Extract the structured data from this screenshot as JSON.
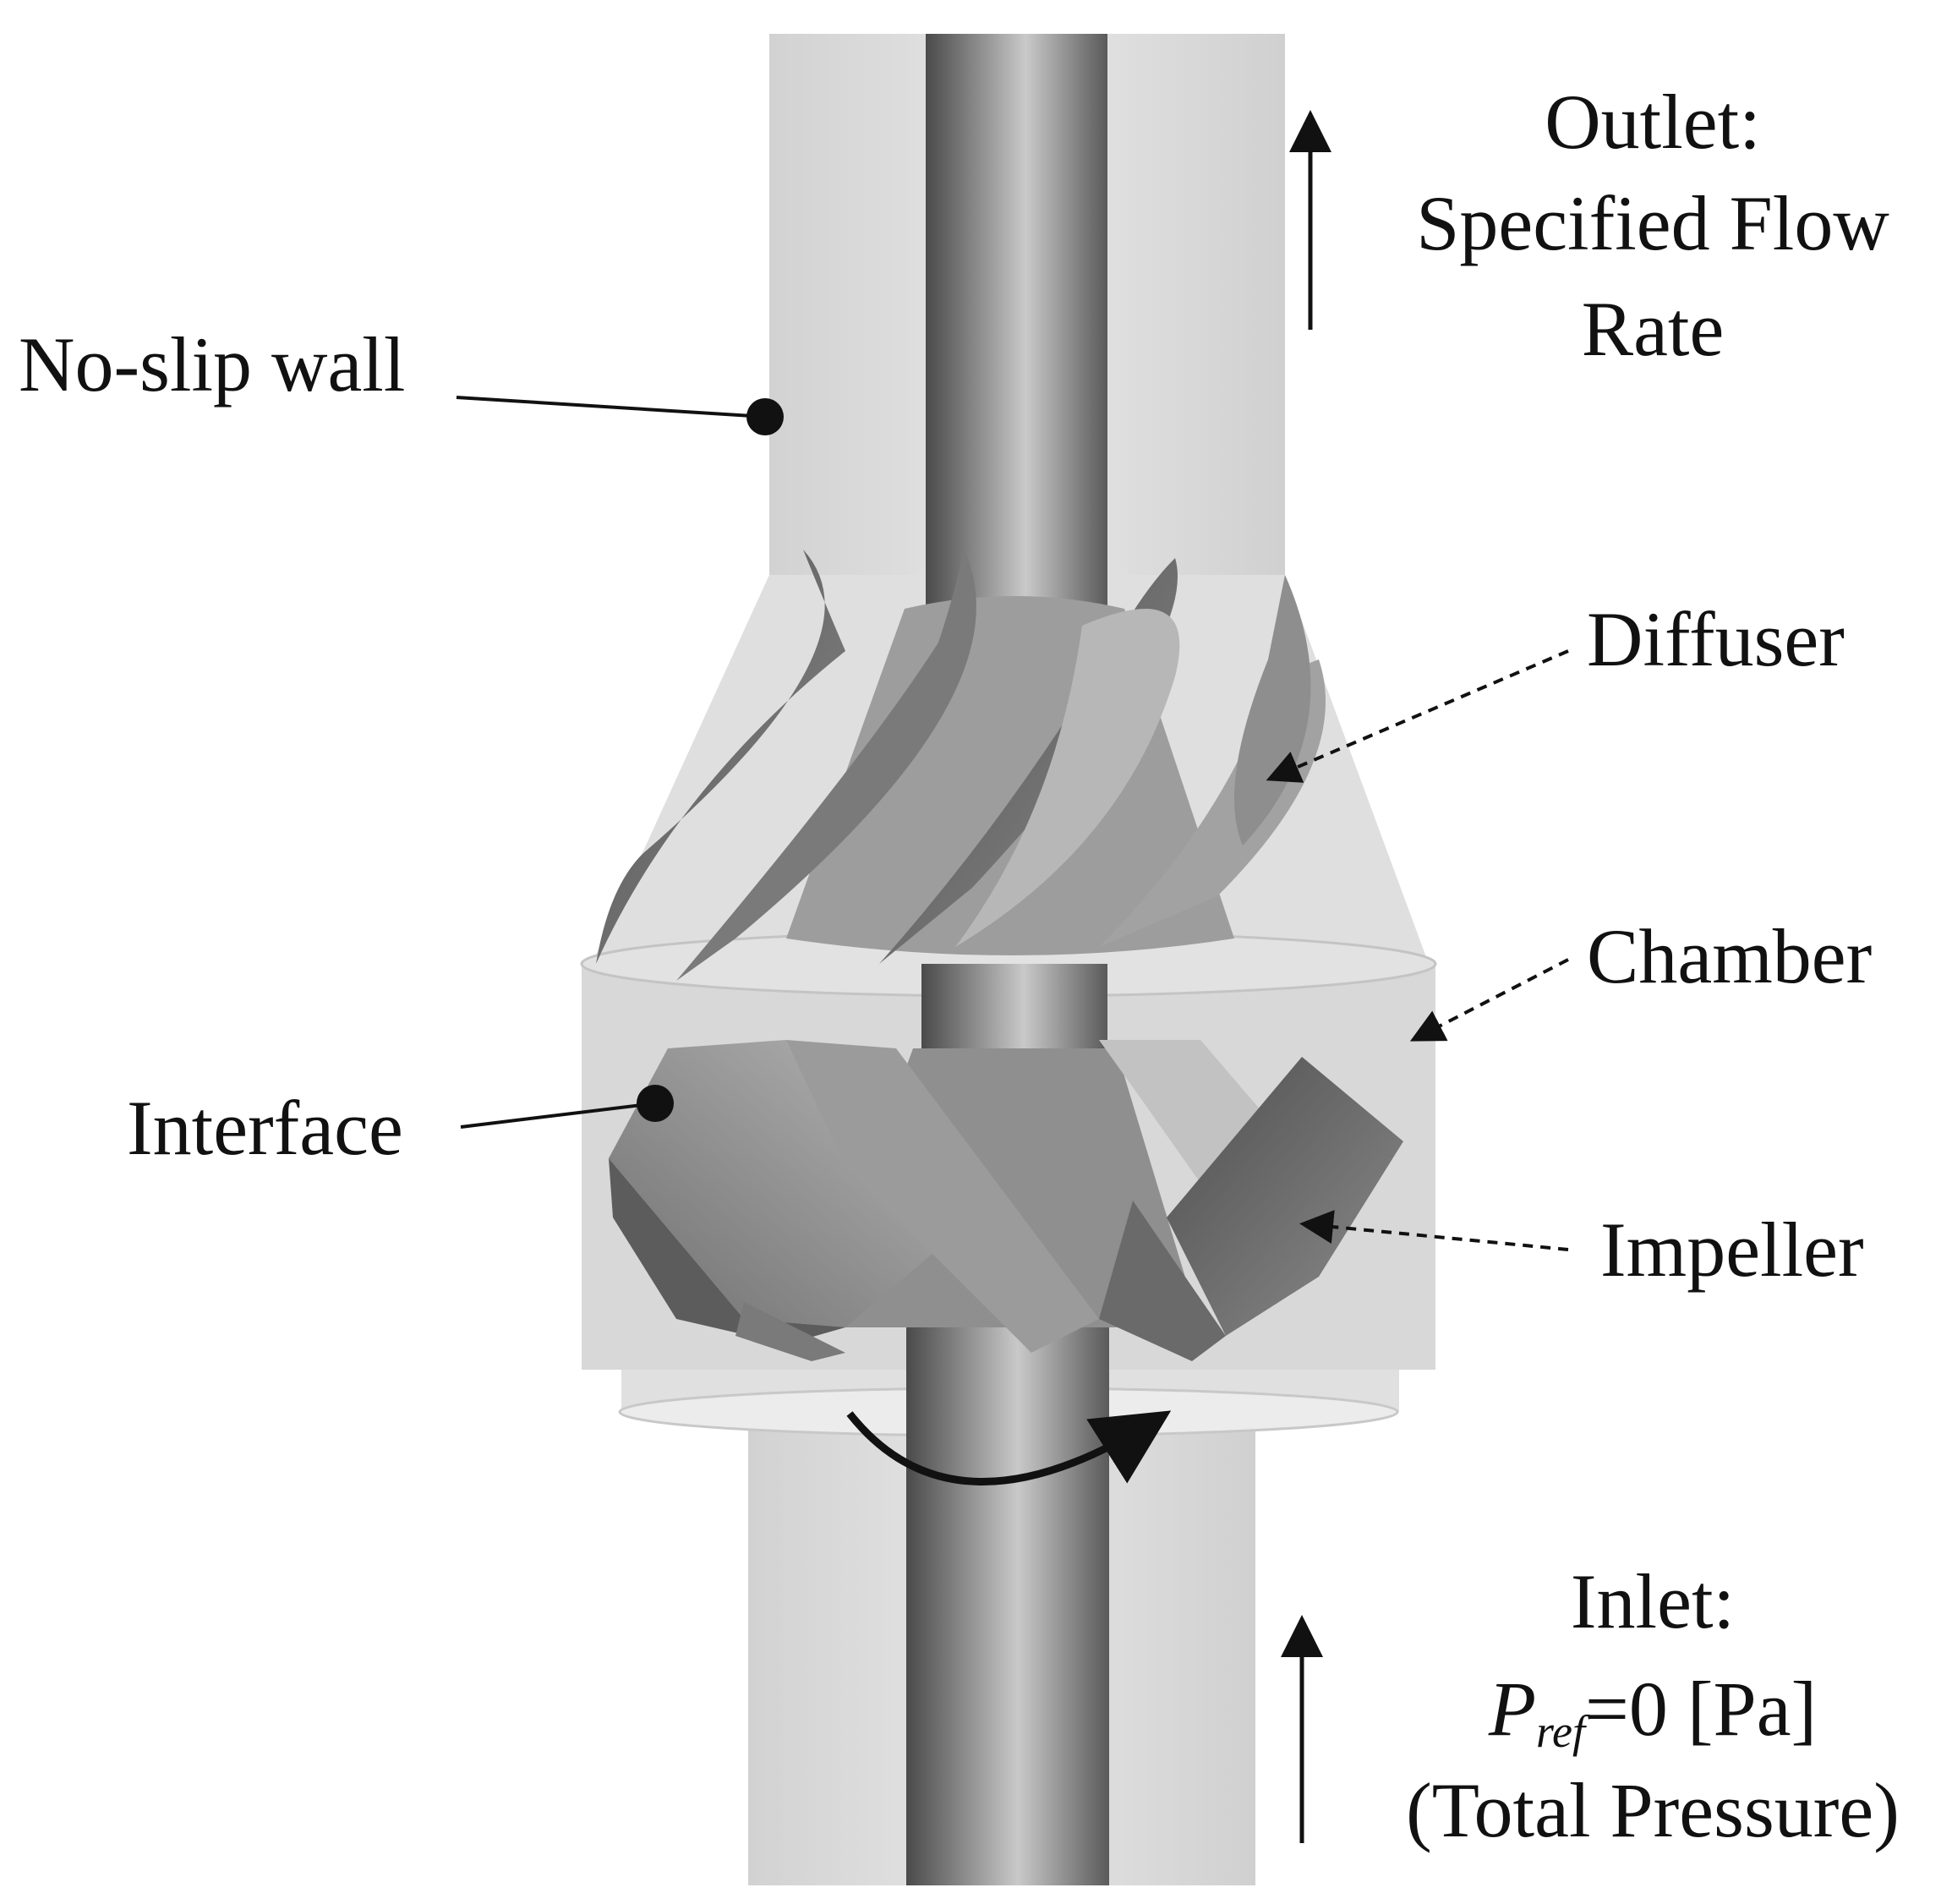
{
  "labels": {
    "outlet_line1": "Outlet:",
    "outlet_line2": "Specified Flow",
    "outlet_line3": "Rate",
    "no_slip_wall": "No-slip wall",
    "diffuser": "Diffuser",
    "chamber": "Chamber",
    "interface": "Interface",
    "impeller": "Impeller",
    "inlet_line1": "Inlet:",
    "inlet_pref_symbol": "P",
    "inlet_pref_subscript": "ref",
    "inlet_pref_value": "=0 [Pa]",
    "inlet_line3": "(Total Pressure)"
  },
  "colors": {
    "text": "#111111",
    "arrow": "#111111",
    "outer_casing": "#d6d6d6",
    "shaft": "#8a8a8a",
    "blade_dark": "#5f5f5f",
    "blade_light": "#a9a9a9",
    "background": "#ffffff"
  }
}
